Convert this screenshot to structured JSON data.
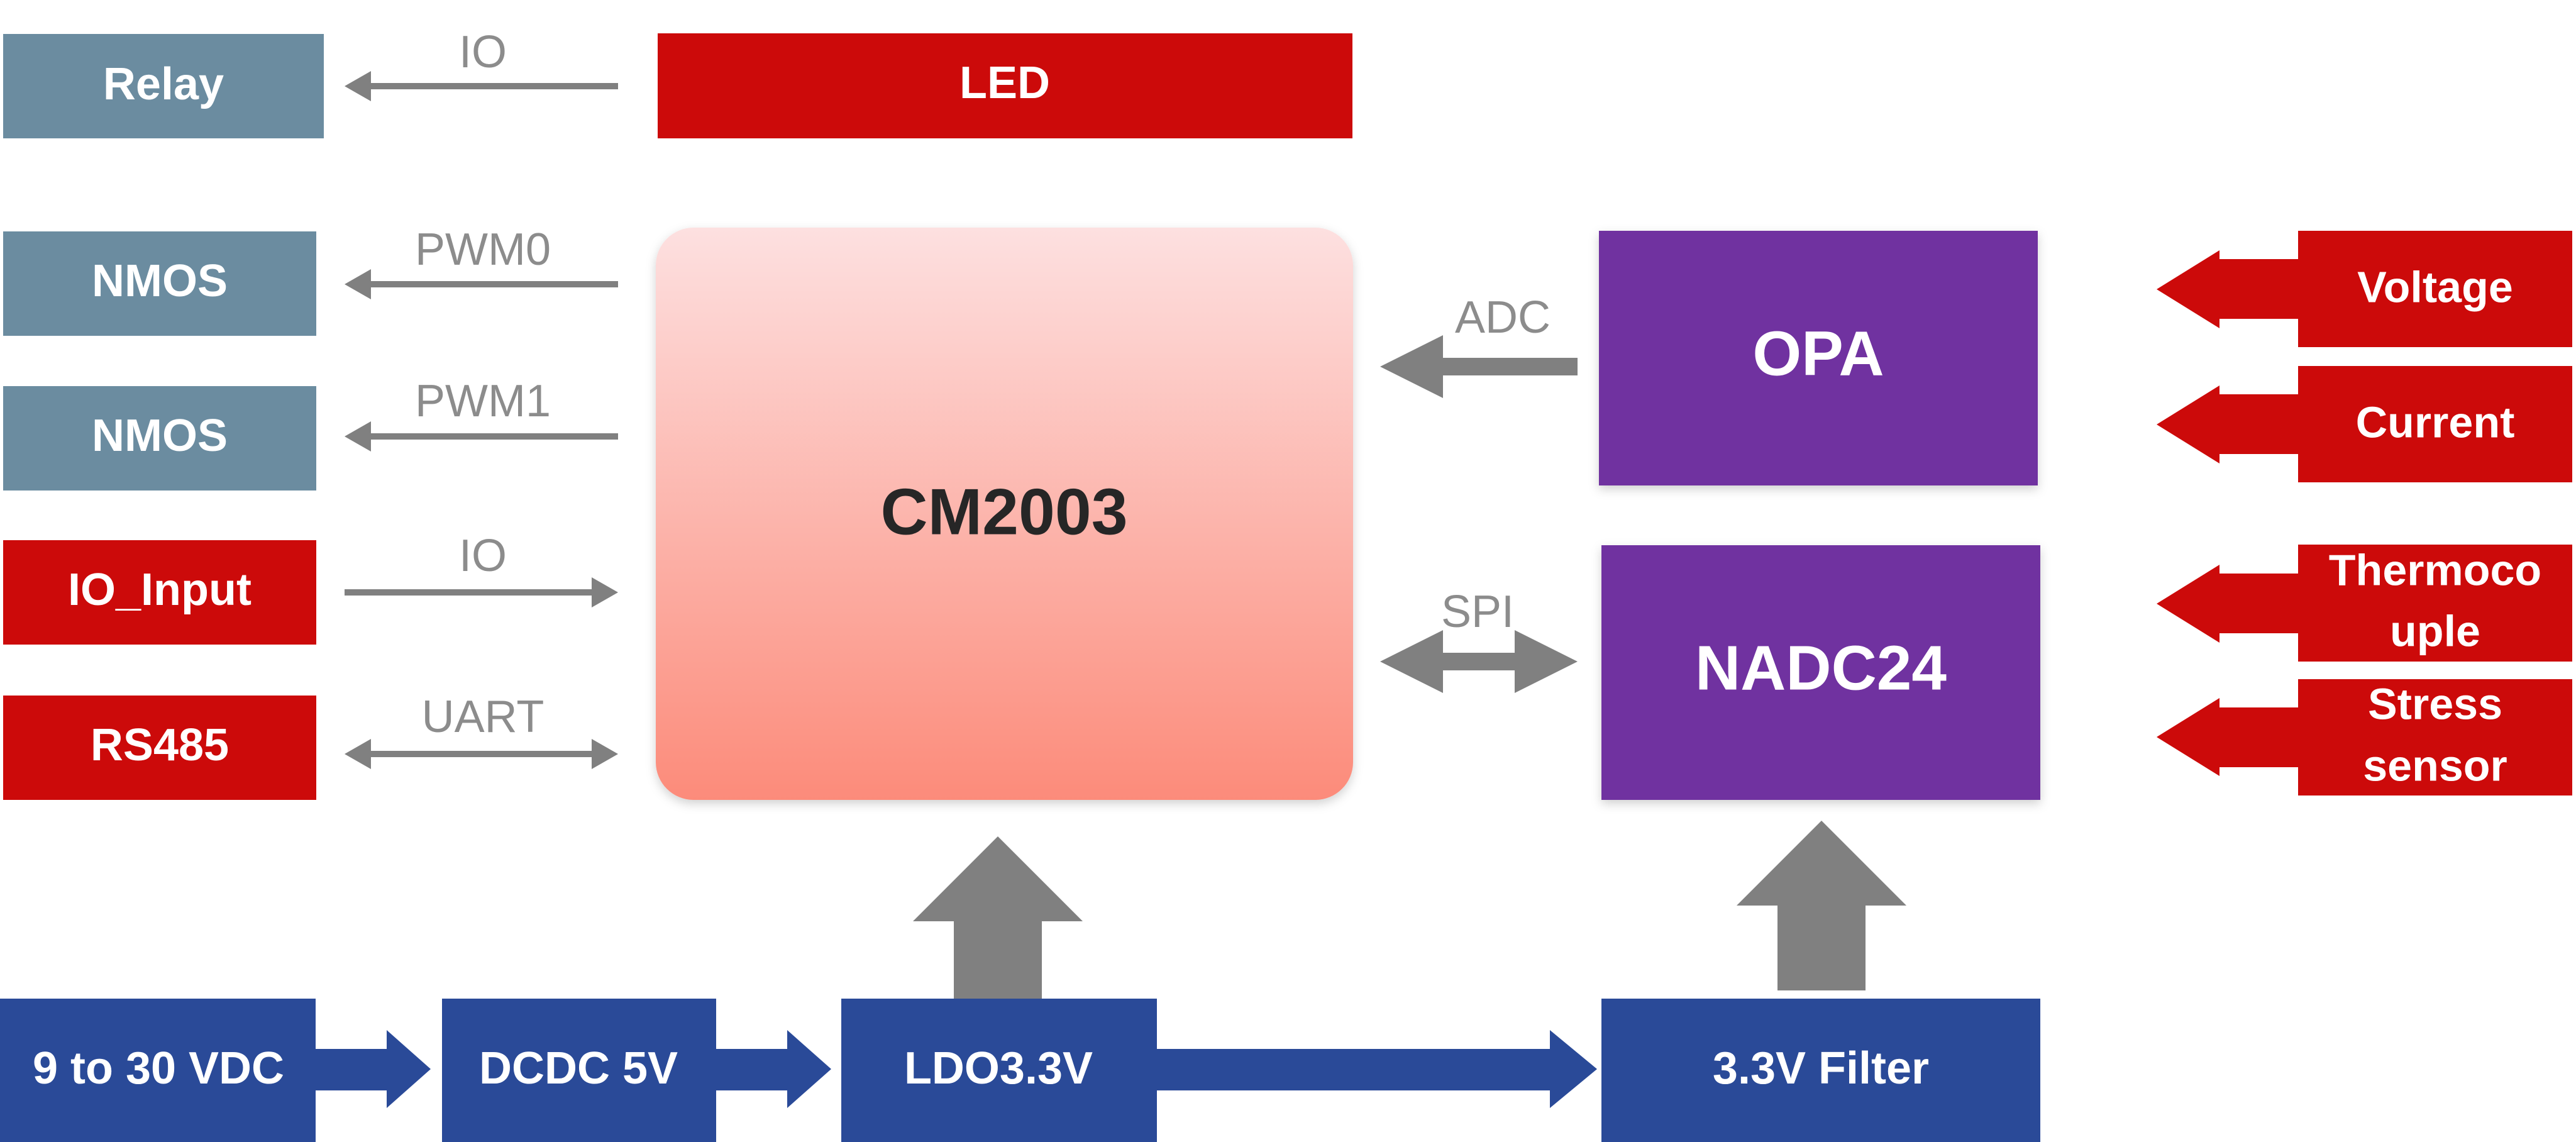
{
  "colors": {
    "output_block": "#6b8ca0",
    "red_block": "#cc0a0a",
    "purple_block": "#7030a0",
    "blue_block": "#2a4a98",
    "gray_arrow": "#808080",
    "mcu_top": "#fde0e0",
    "mcu_bottom": "#fc8b7a"
  },
  "blocks": {
    "relay": "Relay",
    "led": "LED",
    "nmos_0": "NMOS",
    "nmos_1": "NMOS",
    "io_input": "IO_Input",
    "rs485": "RS485",
    "mcu": "CM2003",
    "opa": "OPA",
    "nadc24": "NADC24",
    "power_input": "9 to 30 VDC",
    "dcdc": "DCDC 5V",
    "ldo": "LDO3.3V",
    "filter": "3.3V Filter"
  },
  "signals": {
    "relay_io": "IO",
    "pwm0": "PWM0",
    "pwm1": "PWM1",
    "input_io": "IO",
    "uart": "UART",
    "adc": "ADC",
    "spi": "SPI"
  },
  "sensors": {
    "voltage": "Voltage",
    "current": "Current",
    "thermocouple_line1": "Thermoco",
    "thermocouple_line2": "uple",
    "stress_line1": "Stress",
    "stress_line2": "sensor"
  }
}
